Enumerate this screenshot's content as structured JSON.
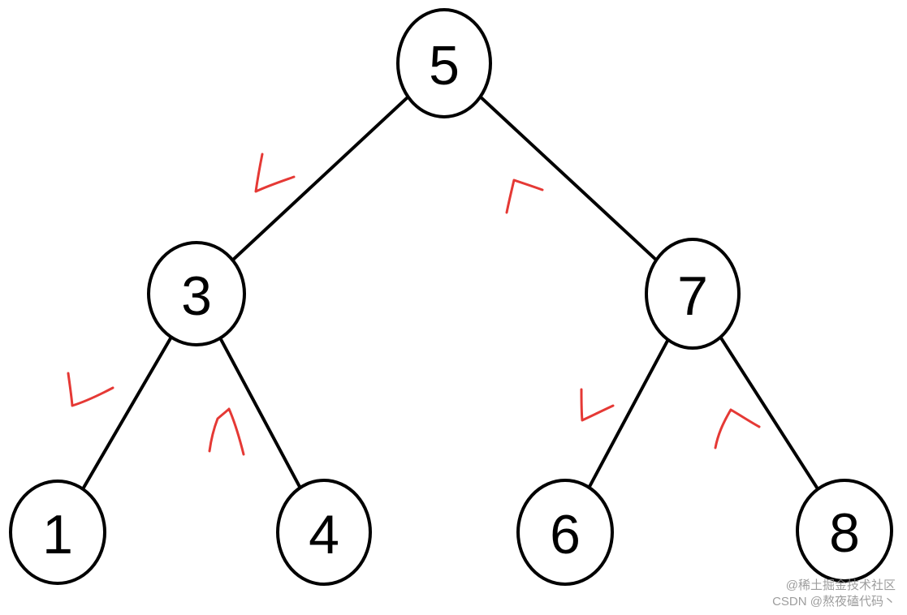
{
  "diagram": {
    "nodes": [
      {
        "id": "n5",
        "label": "5"
      },
      {
        "id": "n3",
        "label": "3"
      },
      {
        "id": "n7",
        "label": "7"
      },
      {
        "id": "n1",
        "label": "1"
      },
      {
        "id": "n4",
        "label": "4"
      },
      {
        "id": "n6",
        "label": "6"
      },
      {
        "id": "n8",
        "label": "8"
      }
    ],
    "edges": [
      {
        "from": "n5",
        "to": "n3",
        "mark": "<"
      },
      {
        "from": "n5",
        "to": "n7",
        "mark": ">"
      },
      {
        "from": "n3",
        "to": "n1",
        "mark": "<"
      },
      {
        "from": "n3",
        "to": "n4",
        "mark": ">"
      },
      {
        "from": "n7",
        "to": "n6",
        "mark": "<"
      },
      {
        "from": "n7",
        "to": "n8",
        "mark": ">"
      }
    ],
    "colors": {
      "line": "#000000",
      "annotation": "#e53935",
      "background": "#ffffff"
    }
  },
  "watermark": {
    "line1": "@稀土掘金技术社区",
    "line2": "CSDN @熬夜磕代码丶"
  }
}
